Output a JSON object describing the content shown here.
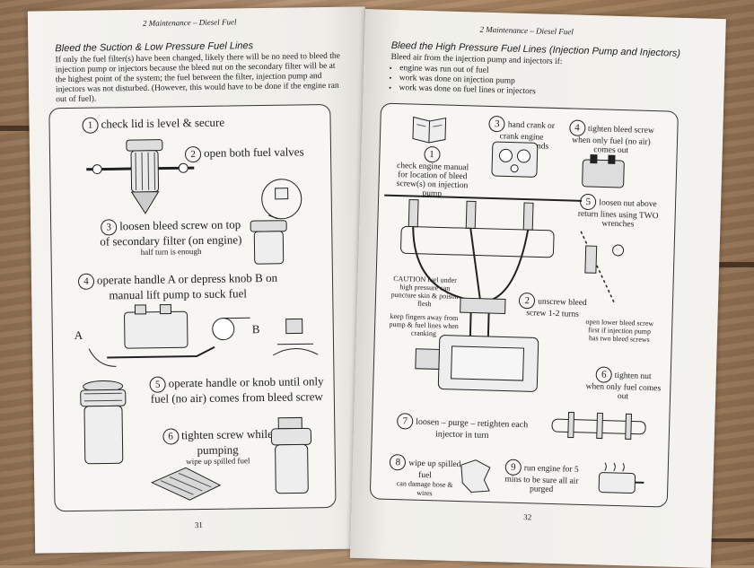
{
  "left_page": {
    "header": "2  Maintenance – Diesel Fuel",
    "section_title": "Bleed the Suction & Low Pressure Fuel Lines",
    "intro": "If only the fuel filter(s) have been changed, likely there will be no need to bleed the injection pump or injectors because the bleed nut on the secondary filter will be at the highest point of the system; the fuel between the filter, injection pump and injectors was not disturbed. (However, this would have to be done if the engine ran out of fuel).",
    "steps": [
      {
        "num": "1",
        "text": "check lid is level & secure"
      },
      {
        "num": "2",
        "text": "open both fuel valves"
      },
      {
        "num": "3",
        "text": "loosen bleed screw on top of secondary filter (on engine)",
        "note": "half turn is enough"
      },
      {
        "num": "4",
        "text": "operate handle A or depress knob B on manual lift pump to suck fuel"
      },
      {
        "num": "5",
        "text": "operate handle or knob until only fuel (no air) comes from bleed screw"
      },
      {
        "num": "6",
        "text": "tighten screw while pumping",
        "note": "wipe up spilled fuel"
      }
    ],
    "label_a": "A",
    "label_b": "B",
    "page_number": "31"
  },
  "right_page": {
    "header": "2  Maintenance – Diesel Fuel",
    "section_title": "Bleed the High Pressure Fuel Lines (Injection Pump and Injectors)",
    "intro": "Bleed air from the injection pump and injectors if:",
    "bullets": [
      "engine was run out of fuel",
      "work was done on injection pump",
      "work was done on fuel lines or injectors"
    ],
    "steps": [
      {
        "num": "1",
        "text": "check engine manual for location of bleed screw(s) on injection pump"
      },
      {
        "num": "2",
        "text": "unscrew bleed screw 1-2 turns",
        "note": "open lower bleed screw first if injection pump has two bleed screws"
      },
      {
        "num": "3",
        "text": "hand crank or crank engine",
        "note": "max 15 seconds"
      },
      {
        "num": "4",
        "text": "tighten bleed screw when only fuel (no air) comes out"
      },
      {
        "num": "5",
        "text": "loosen nut above return lines using TWO wrenches"
      },
      {
        "num": "6",
        "text": "tighten nut when only fuel comes out"
      },
      {
        "num": "7",
        "text": "loosen – purge – retighten each injector in turn"
      },
      {
        "num": "8",
        "text": "wipe up spilled fuel",
        "note": "can damage hose & wires"
      },
      {
        "num": "9",
        "text": "run engine for 5 mins to be sure all air purged"
      }
    ],
    "caution": "CAUTION fuel under high pressure can puncture skin & poison flesh",
    "caution_note": "keep fingers away from pump & fuel lines when cranking",
    "page_number": "32"
  }
}
